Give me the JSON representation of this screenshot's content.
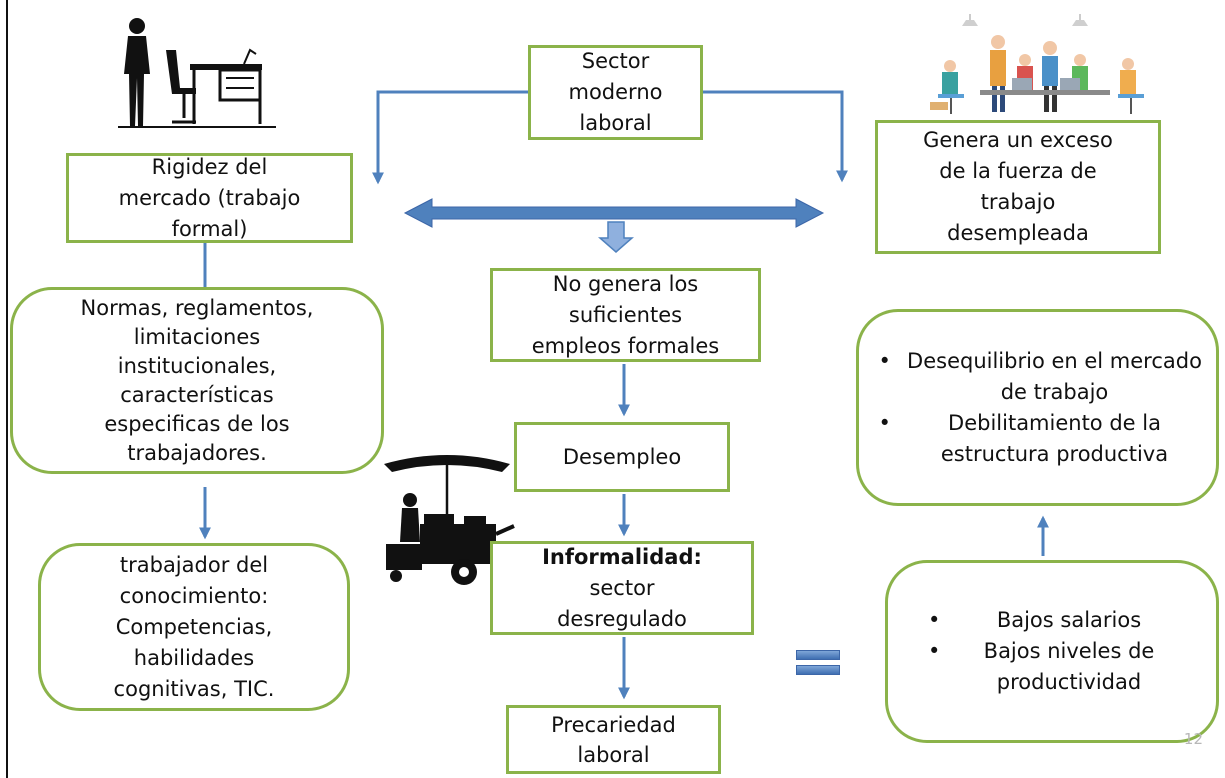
{
  "diagram": {
    "nodes": {
      "sector_moderno": [
        "Sector",
        "moderno",
        "laboral"
      ],
      "rigidez": [
        "Rigidez del",
        "mercado (trabajo",
        "formal)"
      ],
      "exceso": [
        "Genera un exceso",
        "de la fuerza de",
        "trabajo",
        "desempleada"
      ],
      "normas": [
        "Normas, reglamentos,",
        "limitaciones",
        "institucionales,",
        "características",
        "especificas de los",
        "trabajadores."
      ],
      "no_genera": [
        "No genera los",
        "suficientes",
        "empleos formales"
      ],
      "desempleo": "Desempleo",
      "informalidad_bold": "Informalidad:",
      "informalidad_rest": [
        "sector",
        "desregulado"
      ],
      "trabajador": [
        "trabajador del",
        "conocimiento:",
        "Competencias,",
        "habilidades",
        "cognitivas, TIC."
      ],
      "precariedad": [
        "Precariedad",
        "laboral"
      ],
      "desequilibrio": [
        "Desequilibrio en el mercado de trabajo",
        "Debilitamiento de la estructura productiva"
      ],
      "bajos": [
        "Bajos salarios",
        "Bajos niveles de productividad"
      ]
    },
    "page_number": "12"
  },
  "colors": {
    "box_border": "#8bb34a",
    "arrow": "#4f81bd"
  },
  "icons": [
    "office-worker-illustration",
    "team-meeting-illustration",
    "street-food-cart-illustration",
    "equals-icon"
  ]
}
